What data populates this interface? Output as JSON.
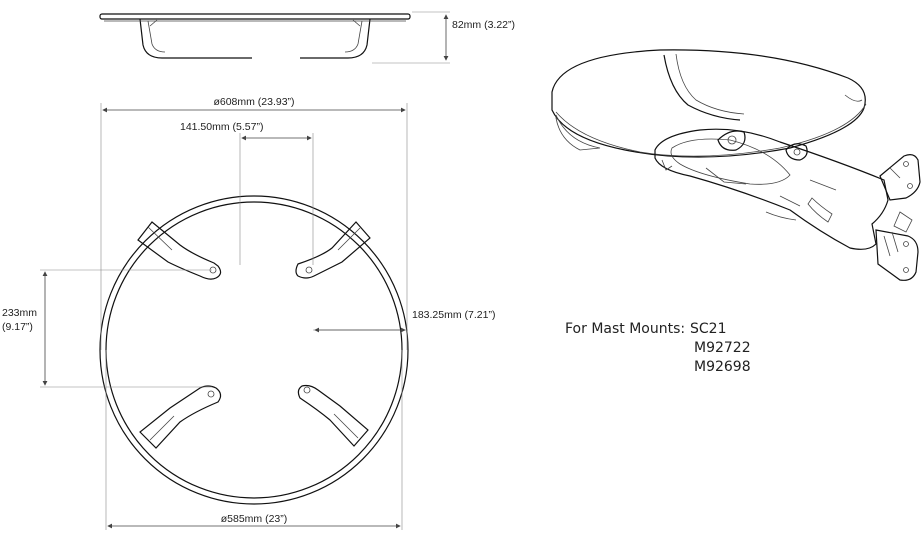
{
  "dimensions": {
    "height": "82mm (3.22”)",
    "outer_diameter": "ø608mm (23.93”)",
    "slot_spacing": "141.50mm (5.57”)",
    "vertical_mm": "233mm",
    "vertical_in": "(9.17”)",
    "offset": "183.25mm (7.21”)",
    "inner_diameter": "ø585mm (23”)"
  },
  "mounts": {
    "heading": "For Mast Mounts:",
    "models": [
      "SC21",
      "M92722",
      "M92698"
    ]
  }
}
